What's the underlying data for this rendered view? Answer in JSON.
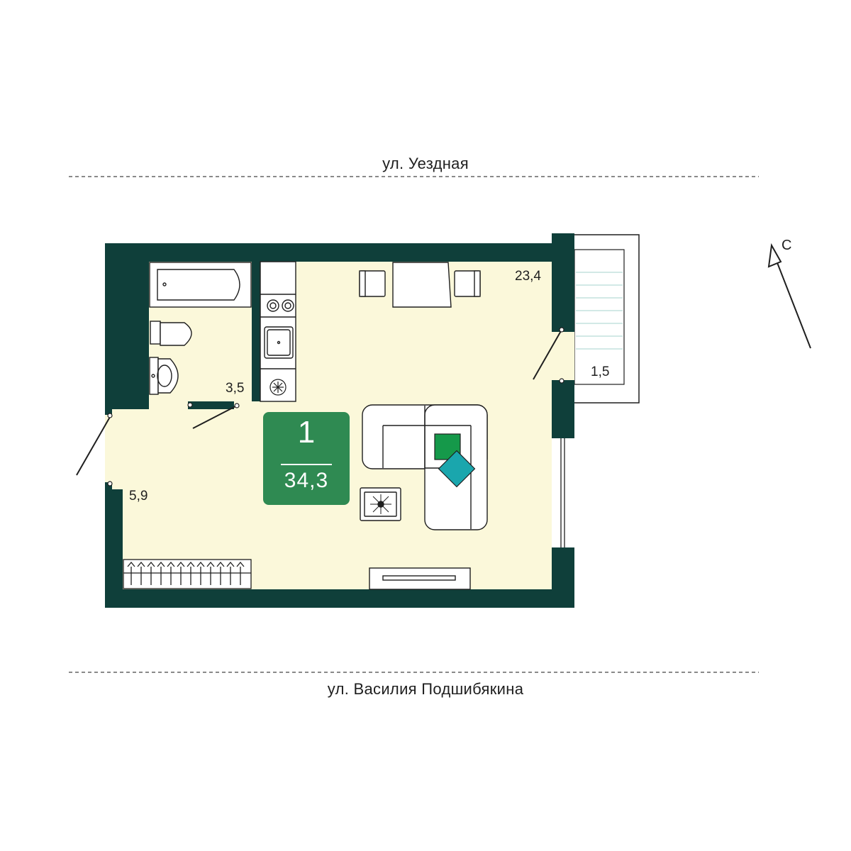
{
  "streets": {
    "top": "ул. Уездная",
    "bottom": "ул. Василия Подшибякина"
  },
  "rooms": {
    "living_area": "23,4",
    "balcony_area": "1,5",
    "bathroom_area": "3,5",
    "hall_area": "5,9"
  },
  "summary": {
    "room_count": "1",
    "total_area": "34,3"
  },
  "compass": {
    "label": "С"
  },
  "colors": {
    "wall": "#0f3f3a",
    "floor": "#fbf8da",
    "badge": "#2f8a52",
    "pillow_green": "#15994a",
    "pillow_teal": "#1aa6ad"
  }
}
